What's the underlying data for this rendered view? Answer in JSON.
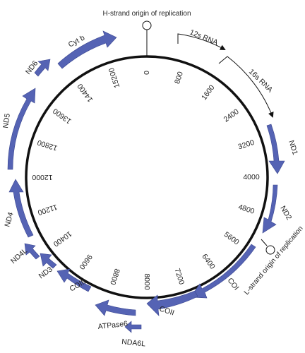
{
  "colors": {
    "gene_fill": "#5563B4",
    "gene_stroke": "#3A4690",
    "ring": "#111111",
    "rna_arrow": "#111111"
  },
  "origins": {
    "h_strand": "H-strand origin of replication",
    "l_strand": "L-strand origin of replication"
  },
  "rnas": [
    {
      "label": "12s RNA"
    },
    {
      "label": "16s RNA"
    }
  ],
  "genes": [
    {
      "label": "ND1"
    },
    {
      "label": "ND2"
    },
    {
      "label": "COI"
    },
    {
      "label": "COII"
    },
    {
      "label": "ATPase6"
    },
    {
      "label": "NDA6L"
    },
    {
      "label": "COIII"
    },
    {
      "label": "ND3"
    },
    {
      "label": "ND4L"
    },
    {
      "label": "ND4"
    },
    {
      "label": "ND5"
    },
    {
      "label": "ND6"
    },
    {
      "label": "Cyt b"
    }
  ],
  "ticks": [
    "0",
    "800",
    "1600",
    "2400",
    "3200",
    "4000",
    "4800",
    "5600",
    "6400",
    "7200",
    "8000",
    "8800",
    "9600",
    "10400",
    "11200",
    "12000",
    "12800",
    "13600",
    "14400",
    "15200"
  ]
}
